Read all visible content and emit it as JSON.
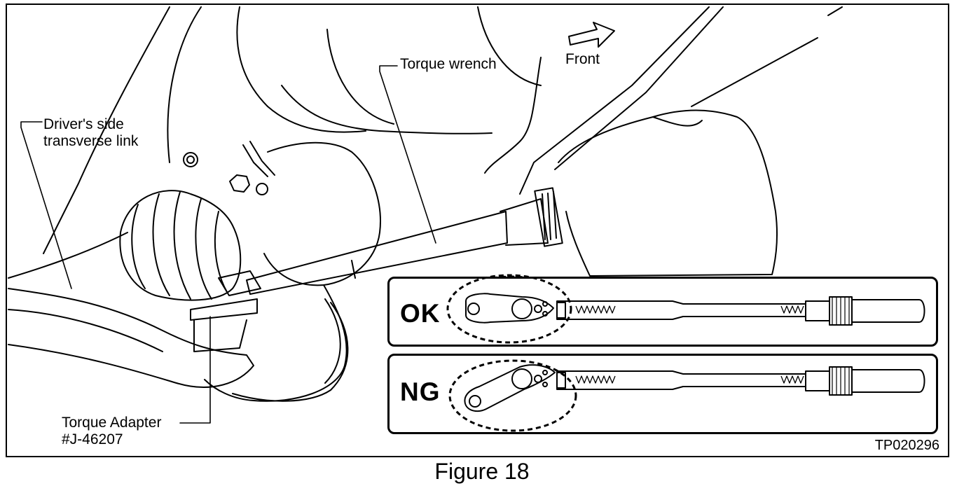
{
  "labels": {
    "torque_wrench": "Torque wrench",
    "front": "Front",
    "transverse_link_line1": "Driver's side",
    "transverse_link_line2": "transverse link",
    "adapter_line1": "Torque Adapter",
    "adapter_line2": "#J-46207"
  },
  "panels": {
    "ok": "OK",
    "ng": "NG"
  },
  "code": "TP020296",
  "caption": "Figure 18"
}
